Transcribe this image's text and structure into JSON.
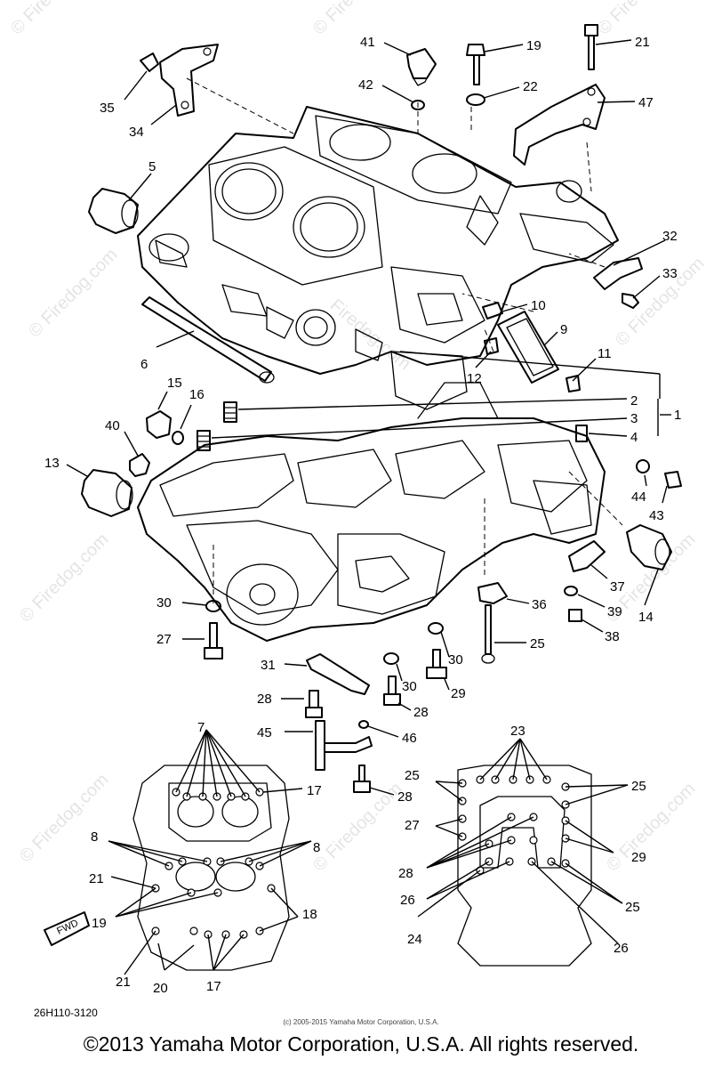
{
  "diagram": {
    "drawing_code": "26H110-3120",
    "fwd_label": "FWD",
    "callouts": {
      "c1": "1",
      "c2": "2",
      "c3": "3",
      "c4": "4",
      "c5": "5",
      "c6": "6",
      "c7": "7",
      "c8a": "8",
      "c8b": "8",
      "c9": "9",
      "c10": "10",
      "c11": "11",
      "c12": "12",
      "c13": "13",
      "c14": "14",
      "c15": "15",
      "c16": "16",
      "c17a": "17",
      "c17b": "17",
      "c18": "18",
      "c19a": "19",
      "c19b": "19",
      "c20": "20",
      "c21a": "21",
      "c21b": "21",
      "c21c": "21",
      "c22": "22",
      "c23": "23",
      "c24": "24",
      "c25a": "25",
      "c25b": "25",
      "c25c": "25",
      "c25d": "25",
      "c26a": "26",
      "c26b": "26",
      "c27a": "27",
      "c27b": "27",
      "c28a": "28",
      "c28b": "28",
      "c28c": "28",
      "c28d": "28",
      "c29a": "29",
      "c29b": "29",
      "c30a": "30",
      "c30b": "30",
      "c30c": "30",
      "c31": "31",
      "c32": "32",
      "c33": "33",
      "c34": "34",
      "c35": "35",
      "c36": "36",
      "c37": "37",
      "c38": "38",
      "c39": "39",
      "c40": "40",
      "c41": "41",
      "c42": "42",
      "c43": "43",
      "c44": "44",
      "c45": "45",
      "c46": "46",
      "c47": "47"
    }
  },
  "watermark": {
    "text": "© Firedog.com",
    "center_text": "Firedog.com",
    "color": "#cfcfcf"
  },
  "footer": {
    "small_copyright": "(c) 2005-2015 Yamaha Motor Corporation, U.S.A.",
    "copyright": "©2013 Yamaha Motor Corporation, U.S.A. All rights reserved."
  }
}
